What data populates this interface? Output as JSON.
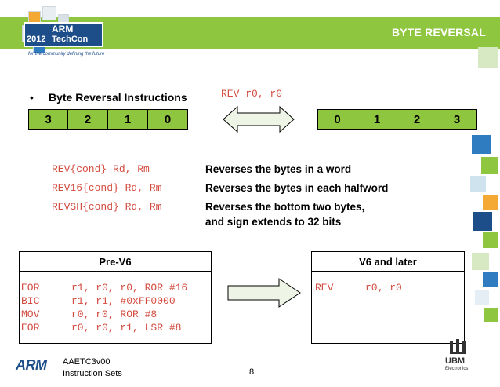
{
  "header": {
    "title": "BYTE REVERSAL",
    "logo": {
      "year": "2012",
      "brand": "ARM",
      "event": "TechCon",
      "tagline": "for the community defining the future"
    }
  },
  "bullet": {
    "marker": "•",
    "text": "Byte Reversal Instructions"
  },
  "rev_example": "REV r0, r0",
  "bytes_before": [
    "3",
    "2",
    "1",
    "0"
  ],
  "bytes_after": [
    "0",
    "1",
    "2",
    "3"
  ],
  "instructions": [
    {
      "syntax": "REV{cond} Rd, Rm",
      "description": "Reverses the bytes in a word"
    },
    {
      "syntax": "REV16{cond} Rd, Rm",
      "description": "Reverses the bytes in each halfword"
    },
    {
      "syntax": "REVSH{cond} Rd, Rm",
      "description": "Reverses the bottom two bytes,"
    }
  ],
  "revsh_desc_line2": "and sign extends to 32 bits",
  "pre_v6": {
    "title": "Pre-V6",
    "lines": [
      {
        "op": "EOR",
        "args": "r1, r0, r0, ROR #16"
      },
      {
        "op": "BIC",
        "args": "r1, r1, #0xFF0000"
      },
      {
        "op": "MOV",
        "args": "r0, r0, ROR #8"
      },
      {
        "op": "EOR",
        "args": "r0, r0, r1, LSR #8"
      }
    ]
  },
  "v6_later": {
    "title": "V6 and later",
    "lines": [
      {
        "op": "REV",
        "args": "r0, r0"
      }
    ]
  },
  "footer": {
    "arm_logo": "ARM",
    "doc_code": "AAETC3v00",
    "doc_title": "Instruction Sets",
    "page_number": "8",
    "ubm": "UBM",
    "ubm_sub": "Electronics"
  },
  "colors": {
    "accent_green": "#8ec63f",
    "code_red": "#d34b3f",
    "brand_blue": "#1d4e89"
  }
}
